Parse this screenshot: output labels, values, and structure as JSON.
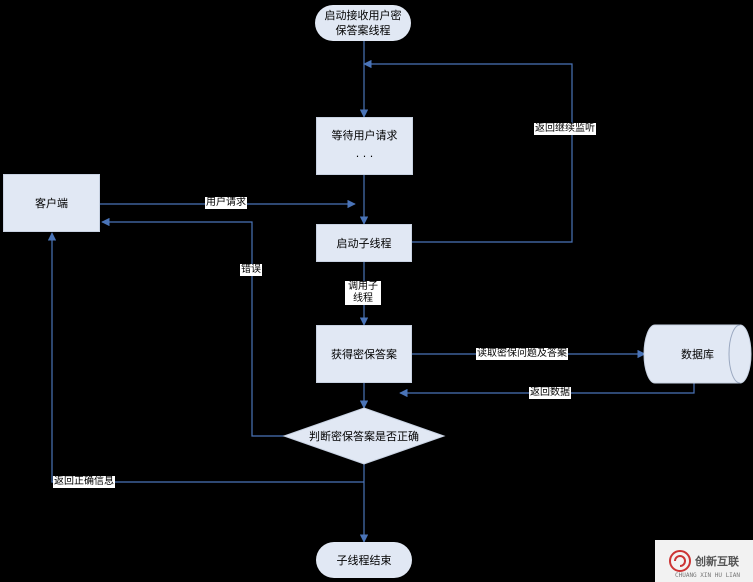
{
  "nodes": {
    "start": "启动接收用户密保答案线程",
    "wait": "等待用户请求",
    "wait_dots": "· · ·",
    "client": "客户端",
    "spawn": "启动子线程",
    "get_answer": "获得密保答案",
    "database": "数据库",
    "judge": "判断密保答案是否正确",
    "end": "子线程结束"
  },
  "edge_labels": {
    "user_request": "用户请求",
    "return_listen": "返回继续监听",
    "call_child": "调用子线程",
    "error": "错误",
    "read_db": "读取密保问题及答案",
    "return_data": "返回数据",
    "return_correct": "返回正确信息"
  },
  "watermark": {
    "text": "创新互联",
    "sub": "CHUANG XIN HU LIAN"
  },
  "colors": {
    "node_fill": "#e1e8f4",
    "edge": "#4a74b8",
    "background": "#000000"
  }
}
